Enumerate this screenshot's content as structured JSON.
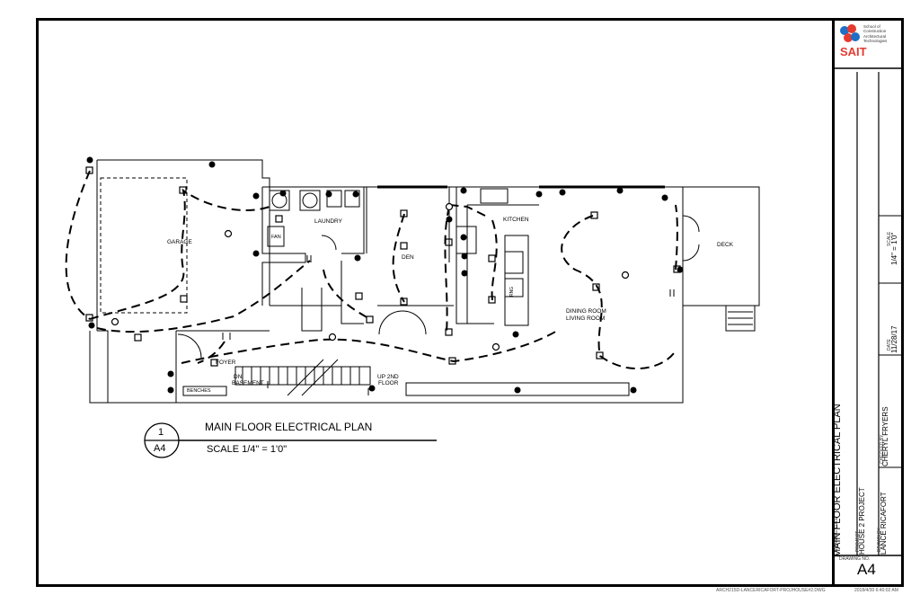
{
  "logo": {
    "brand": "SAIT",
    "line1": "School of",
    "line2": "Construction",
    "line3": "Architectural",
    "line4": "Technologies"
  },
  "rooms": {
    "garage": "GARAGE",
    "laundry": "LAUNDRY",
    "fan": "FAN",
    "den": "DEN",
    "kitchen": "KITCHEN",
    "dining_line1": "DINING ROOM",
    "dining_line2": "LIVING ROOM",
    "deck": "DECK",
    "foyer": "FOYER",
    "dn_line1": "DN",
    "dn_line2": "BASEMENT",
    "up_line1": "UP 2ND",
    "up_line2": "FLOOR",
    "benches": "BENCHES",
    "range": "RNG"
  },
  "callout": {
    "number": "1",
    "sheet": "A4",
    "title": "MAIN FLOOR ELECTRICAL PLAN",
    "scale": "SCALE 1/4\" = 1'0\""
  },
  "title_block": {
    "scale_label": "SCALE",
    "scale_value": "1/4\" = 1'0\"",
    "date_label": "DATE",
    "date_value": "11/28/17",
    "checked_label": "CHECKED BY",
    "checked_value": "CHERYL FRYERS",
    "drawing_title_label": "DRAWING TITLE",
    "drawing_title_value": "MAIN FLOOR ELECTRICAL PLAN",
    "project_label": "PROJECT",
    "project_value": "HOUSE 2 PROJECT",
    "drawn_label": "DRAWN BY",
    "drawn_value": "LANCE RICAFORT",
    "drawing_no_label": "DRAWING NO.",
    "drawing_no_value": "A4"
  },
  "footer": {
    "file": "ARCH215D-LANCERICAFORT-PROJHOUSE#2.DWG",
    "timestamp": "2018/4/30 6:40:02 AM"
  }
}
